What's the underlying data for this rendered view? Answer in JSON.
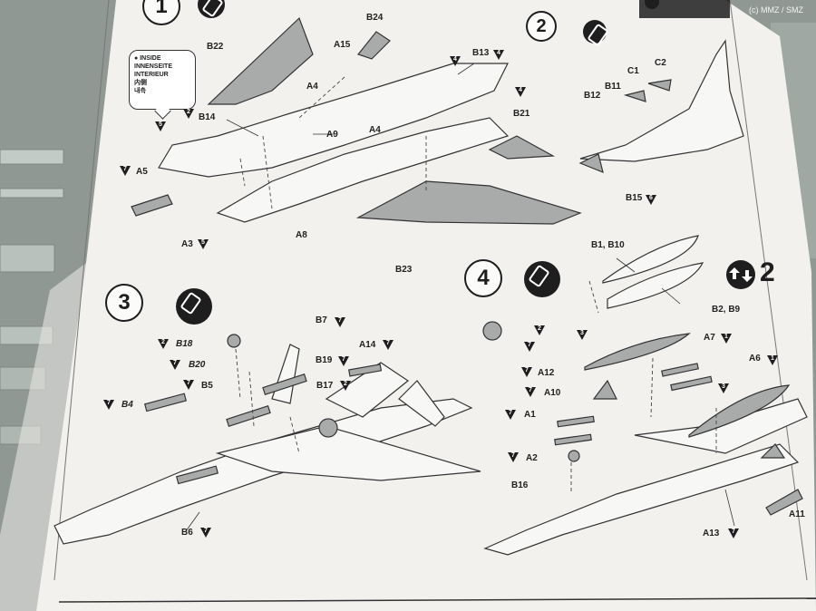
{
  "watermark": "(c) MMZ / SMZ",
  "steps": [
    {
      "number": "1"
    },
    {
      "number": "2"
    },
    {
      "number": "3"
    },
    {
      "number": "4"
    }
  ],
  "inside_note": {
    "bullet": "●",
    "lines": [
      "INSIDE",
      "INNENSEITE",
      "INTERIEUR",
      "内侧",
      "내측"
    ]
  },
  "decal_count": "2",
  "labels": {
    "s1": {
      "b24": "B24",
      "b22": "B22",
      "a15": "A15",
      "b13": "B13",
      "a4a": "A4",
      "b14": "B14",
      "a9": "A9",
      "a4b": "A4",
      "b21": "B21",
      "a5": "A5",
      "a3": "A3",
      "a8": "A8",
      "b23": "B23"
    },
    "s2": {
      "c1": "C1",
      "c2": "C2",
      "b11": "B11",
      "b12": "B12",
      "b15": "B15",
      "b1b10": "B1, B10",
      "b2b9": "B2, B9"
    },
    "s3": {
      "b7": "B7",
      "b18": "B18",
      "a14": "A14",
      "b20": "B20",
      "b19": "B19",
      "b5": "B5",
      "b17": "B17",
      "b4": "B4",
      "b6": "B6"
    },
    "s4": {
      "a7": "A7",
      "a12": "A12",
      "a6": "A6",
      "a10": "A10",
      "a1": "A1",
      "a2": "A2",
      "b16": "B16",
      "a13": "A13",
      "a11": "A11"
    }
  },
  "badges": {
    "b13": "4",
    "four_top": "4",
    "four_right": "4",
    "five_left": "5",
    "b14": "2",
    "a5": "7",
    "a3": "5",
    "b15": "6",
    "b7": "7",
    "b18": "2",
    "b20": "7",
    "a14": "7",
    "b19": "7",
    "b5": "7",
    "b17": "2",
    "b4": "7",
    "b6": "7",
    "wheel_a": "2",
    "wheel_b": "7",
    "three_a": "3",
    "a7": "1",
    "a6": "1",
    "a12": "7",
    "three_b": "3",
    "a10": "7",
    "a1": "7",
    "a2": "7",
    "a13": "7"
  },
  "colors": {
    "paper": "#f2f1ee",
    "background": "#8f9893",
    "ink": "#1e1e1e",
    "part_fill": "#a9abab"
  }
}
